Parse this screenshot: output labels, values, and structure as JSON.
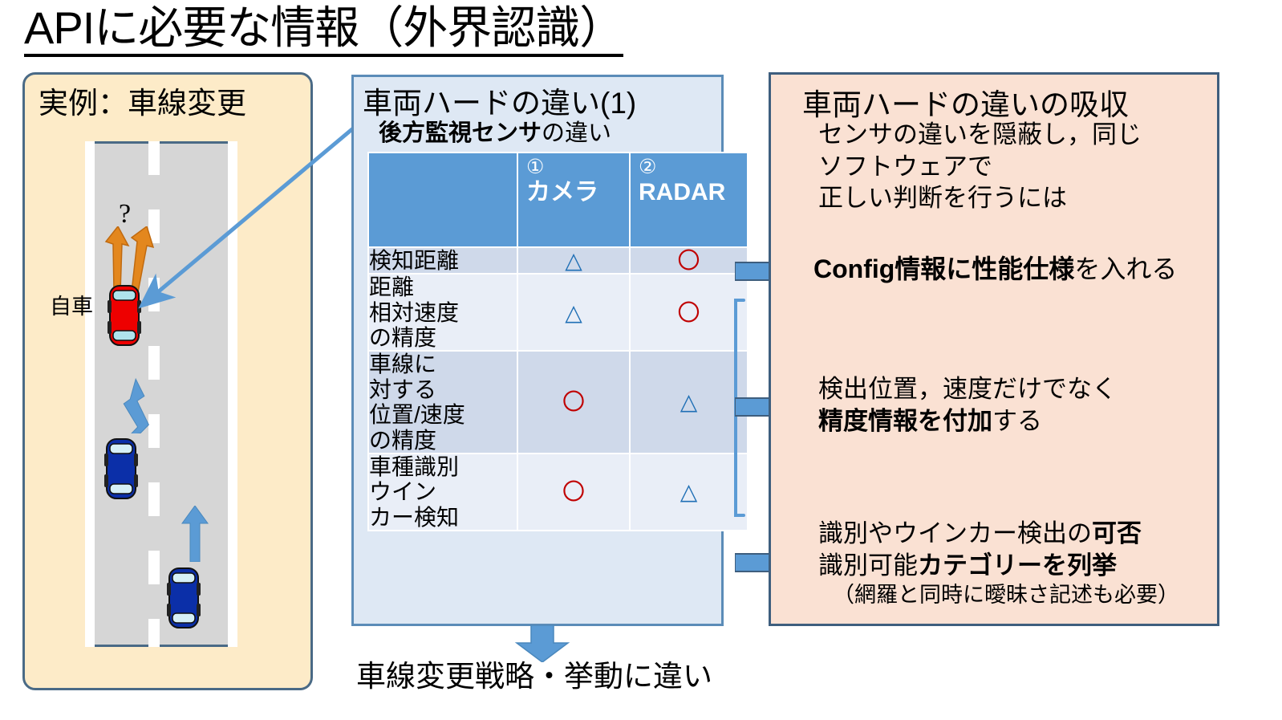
{
  "title": "APIに必要な情報（外界認識）",
  "example_panel": {
    "title": "実例：車線変更",
    "ego_label": "自車",
    "question_mark": "?"
  },
  "table_panel": {
    "title": "車両ハードの違い(1)",
    "subtitle_bold": "後方監視センサ",
    "subtitle_rest": "の違い",
    "bottom_note": "車線変更戦略・挙動に違い"
  },
  "chart_data": {
    "type": "table",
    "title": "後方監視センサの違い",
    "columns": [
      "",
      "① カメラ",
      "② RADAR"
    ],
    "column_numbers": [
      "",
      "①",
      "②"
    ],
    "column_names": [
      "",
      "カメラ",
      "RADAR"
    ],
    "rows": [
      {
        "label": "検知距離",
        "camera": "△",
        "radar": "〇"
      },
      {
        "label": "距離\n相対速度\nの精度",
        "camera": "△",
        "radar": "〇"
      },
      {
        "label": "車線に\n対する\n位置/速度\nの精度",
        "camera": "〇",
        "radar": "△"
      },
      {
        "label": "車種識別\nウイン\nカー検知",
        "camera": "〇",
        "radar": "△"
      }
    ],
    "legend": {
      "triangle": "△",
      "circle": "〇"
    },
    "colors": {
      "header": "#5B9BD5",
      "triangle": "#1F6FB5",
      "circle": "#C00000",
      "panel": "#DEE8F4"
    }
  },
  "solution_panel": {
    "title": "車両ハードの違いの吸収",
    "lead": "センサの違いを隠蔽し，同じ\nソフトウェアで\n正しい判断を行うには",
    "point1": {
      "bold1": "Config情報に性能仕様",
      "rest1": "を入れる"
    },
    "point2": {
      "line1": "検出位置，速度だけでなく",
      "bold2": "精度情報を付加",
      "rest2": "する"
    },
    "point3": {
      "line1a": "識別やウインカー検出の",
      "line1b": "可否",
      "line2a": "識別可能",
      "line2b": "カテゴリーを列挙",
      "line3": "（網羅と同時に曖昧さ記述も必要）"
    }
  },
  "colors": {
    "cream": "#FDEBC8",
    "peach": "#FAE1D3",
    "panel_blue": "#DEE8F4",
    "accent_blue": "#5B9BD5",
    "orange": "#E3871E",
    "ego_car": "#EE0000",
    "other_car": "#0B2FA8",
    "border_dark": "#3E5E7E"
  }
}
